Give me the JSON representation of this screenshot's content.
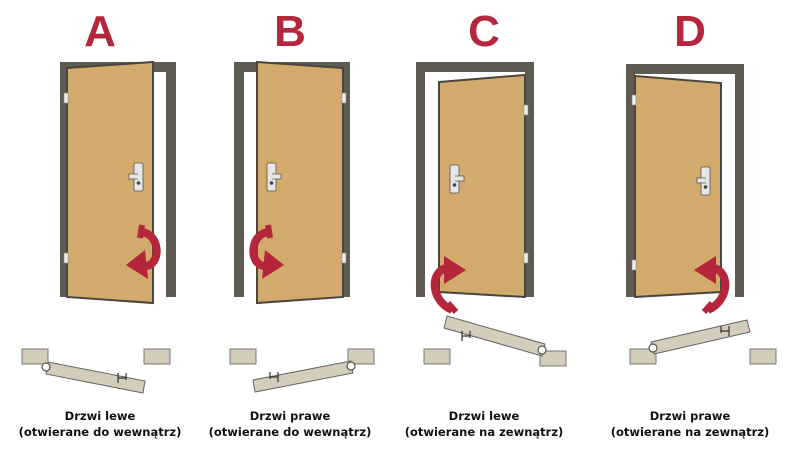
{
  "colors": {
    "accent": "#b5253b",
    "door": "#d1aa6c",
    "frame": "#5f5b52",
    "wall": "#d4cdbc"
  },
  "panels": [
    {
      "letter": "A",
      "title": "Drzwi lewe",
      "subtitle": "(otwierane do wewnątrz)"
    },
    {
      "letter": "B",
      "title": "Drzwi prawe",
      "subtitle": "(otwierane do wewnątrz)"
    },
    {
      "letter": "C",
      "title": "Drzwi lewe",
      "subtitle": "(otwierane na zewnątrz)"
    },
    {
      "letter": "D",
      "title": "Drzwi prawe",
      "subtitle": "(otwierane na zewnątrz)"
    }
  ]
}
